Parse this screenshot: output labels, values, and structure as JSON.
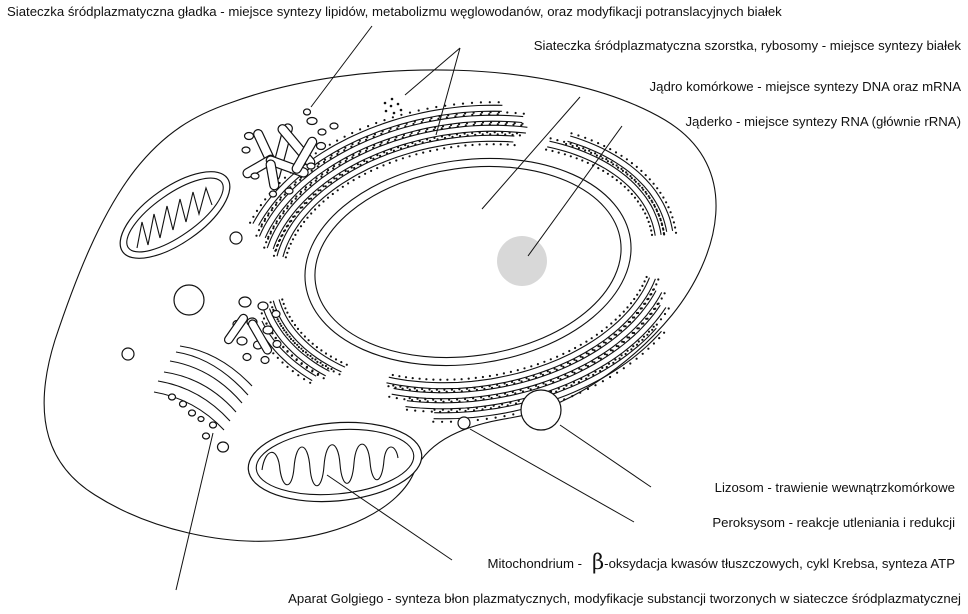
{
  "labels": {
    "smooth_er": "Siateczka śródplazmatyczna gładka - miejsce syntezy lipidów, metabolizmu węglowodanów, oraz modyfikacji potranslacyjnych białek",
    "rough_er": "Siateczka śródplazmatyczna szorstka, rybosomy - miejsce syntezy białek",
    "nucleus": "Jądro komórkowe - miejsce syntezy DNA oraz mRNA",
    "nucleolus": "Jąderko - miejsce syntezy RNA (głównie rRNA)",
    "lysosome": "Lizosom - trawienie wewnątrzkomórkowe",
    "peroxisome": "Peroksysom - reakcje utleniania i redukcji",
    "mitochondrion_name": "Mitochondrium -",
    "mitochondrion_beta": "β",
    "mitochondrion_desc": "-oksydacja kwasów tłuszczowych, cykl Krebsa, synteza ATP",
    "golgi": "Aparat Golgiego - synteza błon plazmatycznych, modyfikacje substancji tworzonych w siateczce śródplazmatycznej"
  },
  "colors": {
    "ink": "#111111",
    "nucleolus_fill": "#d8d8d8",
    "background": "#ffffff"
  }
}
